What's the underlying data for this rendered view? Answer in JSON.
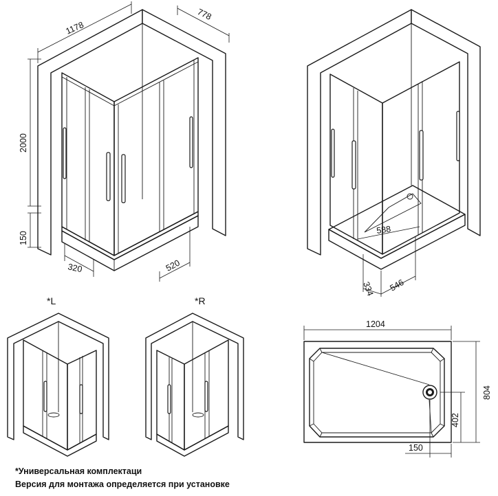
{
  "dimensions": {
    "width": "1178",
    "depth": "778",
    "height": "2000",
    "tray_height": "150",
    "front_entry": "320",
    "side_entry": "520",
    "tray_entry": "588",
    "entry_left": "334",
    "entry_right": "546",
    "tray_length": "1204",
    "tray_width": "804",
    "drain_y": "402",
    "drain_x": "150"
  },
  "variants": {
    "left_label": "*L",
    "right_label": "*R"
  },
  "notes": {
    "line1": "*Универсальная комплектаци",
    "line2": "Версия для монтажа определяется при установке"
  }
}
